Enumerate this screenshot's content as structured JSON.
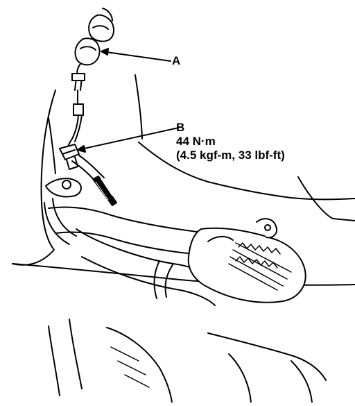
{
  "callouts": {
    "a": {
      "letter": "A"
    },
    "b": {
      "letter": "B",
      "torque_nm": "44 N·m",
      "torque_alt": "(4.5 kgf-m, 33 lbf-ft)"
    }
  }
}
